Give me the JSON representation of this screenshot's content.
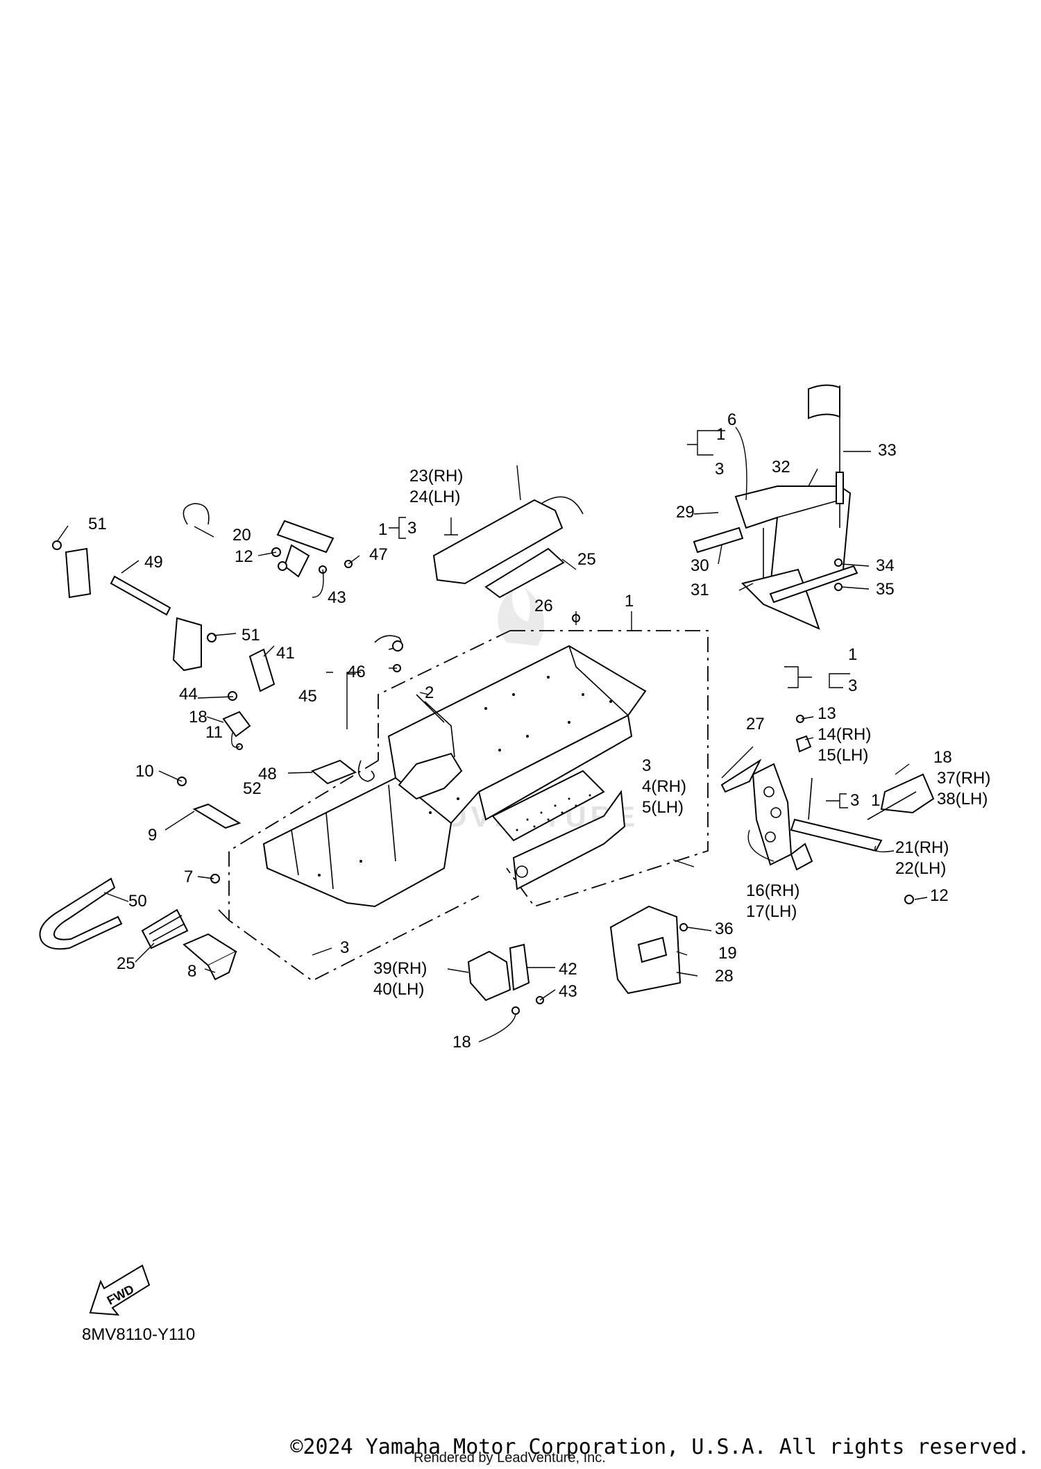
{
  "diagram": {
    "code": "8MV8110-Y110",
    "fwd_label": "FWD",
    "watermark": "LEADVENTURE",
    "copyright": "©2024 Yamaha Motor Corporation, U.S.A. All rights reserved.",
    "rendered_by": "Rendered by LeadVenture, Inc."
  },
  "callouts": {
    "c1a": "1",
    "c1b": "1",
    "c1c": "1",
    "c1d": "1",
    "c1e": "1",
    "c2": "2",
    "c3a": "3",
    "c3b": "3",
    "c3c": "3",
    "c3d": "3",
    "c3e": "3",
    "c3f": "3",
    "c4_5": "4(RH)",
    "c5": "5(LH)",
    "c6": "6",
    "c7": "7",
    "c8": "8",
    "c9": "9",
    "c10": "10",
    "c11": "11",
    "c12a": "12",
    "c12b": "12",
    "c13": "13",
    "c14": "14(RH)",
    "c15": "15(LH)",
    "c16": "16(RH)",
    "c17": "17(LH)",
    "c18a": "18",
    "c18b": "18",
    "c18c": "18",
    "c19": "19",
    "c20": "20",
    "c21": "21(RH)",
    "c22": "22(LH)",
    "c23": "23(RH)",
    "c24": "24(LH)",
    "c25a": "25",
    "c25b": "25",
    "c26": "26",
    "c27": "27",
    "c28": "28",
    "c29": "29",
    "c30": "30",
    "c31": "31",
    "c32": "32",
    "c33": "33",
    "c34": "34",
    "c35": "35",
    "c36": "36",
    "c37": "37(RH)",
    "c38": "38(LH)",
    "c39": "39(RH)",
    "c40": "40(LH)",
    "c41": "41",
    "c42": "42",
    "c43a": "43",
    "c43b": "43",
    "c44": "44",
    "c45": "45",
    "c46": "46",
    "c47": "47",
    "c48": "48",
    "c49": "49",
    "c50": "50",
    "c51a": "51",
    "c51b": "51",
    "c52": "52"
  }
}
